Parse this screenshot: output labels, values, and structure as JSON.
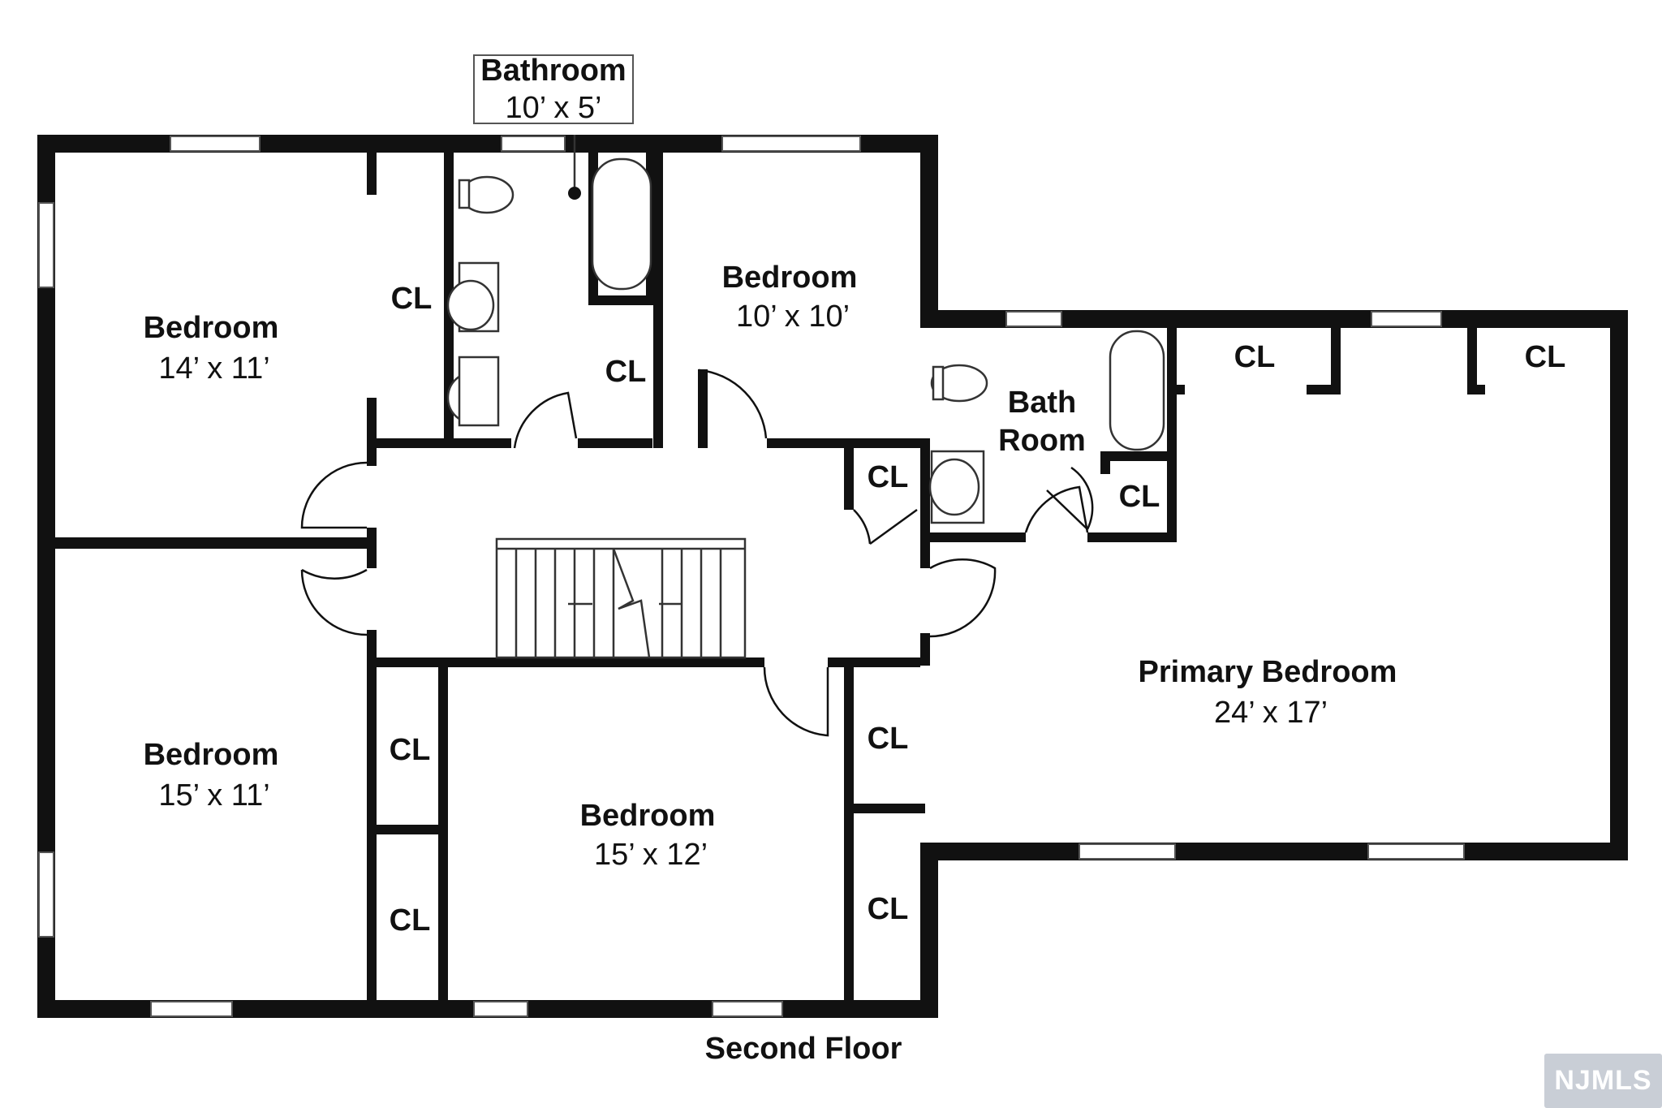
{
  "floor_label": "Second Floor",
  "rooms": [
    {
      "id": "bathroom-top",
      "name": "Bathroom",
      "dims": "10’ x 5’"
    },
    {
      "id": "bedroom-nw",
      "name": "Bedroom",
      "dims": "14’ x 11’"
    },
    {
      "id": "bedroom-n",
      "name": "Bedroom",
      "dims": "10’ x 10’"
    },
    {
      "id": "bath-room",
      "name": "Bath",
      "name2": "Room"
    },
    {
      "id": "bedroom-sw",
      "name": "Bedroom",
      "dims": "15’ x 11’"
    },
    {
      "id": "bedroom-s",
      "name": "Bedroom",
      "dims": "15’ x 12’"
    },
    {
      "id": "primary-bedroom",
      "name": "Primary Bedroom",
      "dims": "24’ x 17’"
    }
  ],
  "closet_label": "CL",
  "watermark": "NJMLS"
}
